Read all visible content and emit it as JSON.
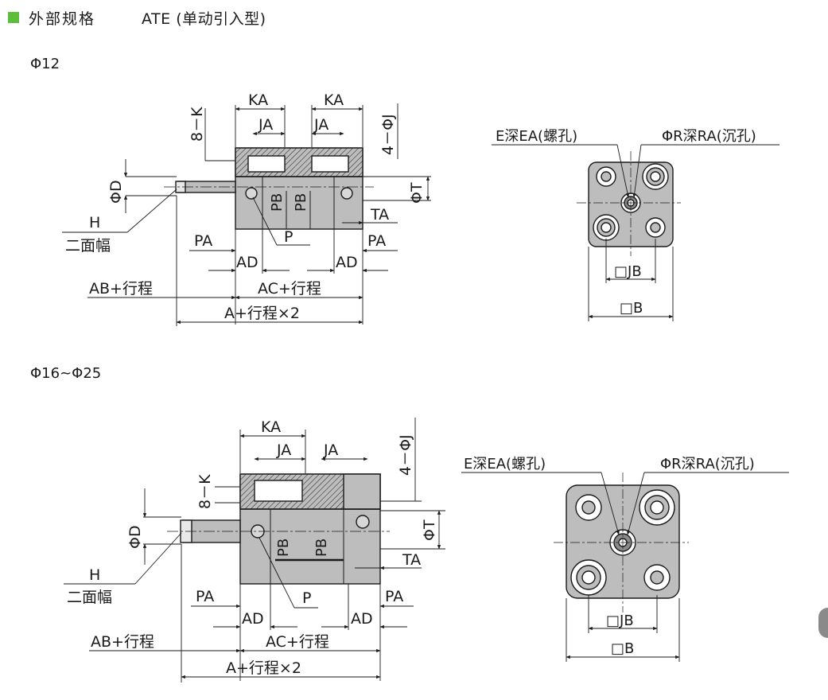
{
  "header": {
    "section_title": "外部规格",
    "model": "ATE (单动引入型)"
  },
  "sections": [
    {
      "bore": "Φ12",
      "labels": {
        "ka": "KA",
        "ja": "JA",
        "k": "8－K",
        "j": "4－ΦJ",
        "d": "ΦD",
        "t": "ΦT",
        "pb": "PB",
        "h": "H",
        "two_face": "二面幅",
        "pa": "PA",
        "p": "P",
        "ta": "TA",
        "ad": "AD",
        "ab": "AB+行程",
        "ac": "AC+行程",
        "a": "A+行程×2",
        "e": "E深EA(螺孔)",
        "r": "ΦR深RA(沉孔)",
        "jb": "□JB",
        "b": "□B"
      }
    },
    {
      "bore": "Φ16~Φ25",
      "labels": {
        "ka": "KA",
        "ja": "JA",
        "k": "8－K",
        "j": "4－ΦJ",
        "d": "ΦD",
        "t": "ΦT",
        "pb": "PB",
        "h": "H",
        "two_face": "二面幅",
        "pa": "PA",
        "p": "P",
        "ta": "TA",
        "ad": "AD",
        "ab": "AB+行程",
        "ac": "AC+行程",
        "a": "A+行程×2",
        "e": "E深EA(螺孔)",
        "r": "ΦR深RA(沉孔)",
        "jb": "□JB",
        "b": "□B"
      }
    }
  ],
  "colors": {
    "accent": "#5bbf3a",
    "line": "#1a1a1a",
    "body_fill": "#bdbdbd"
  }
}
